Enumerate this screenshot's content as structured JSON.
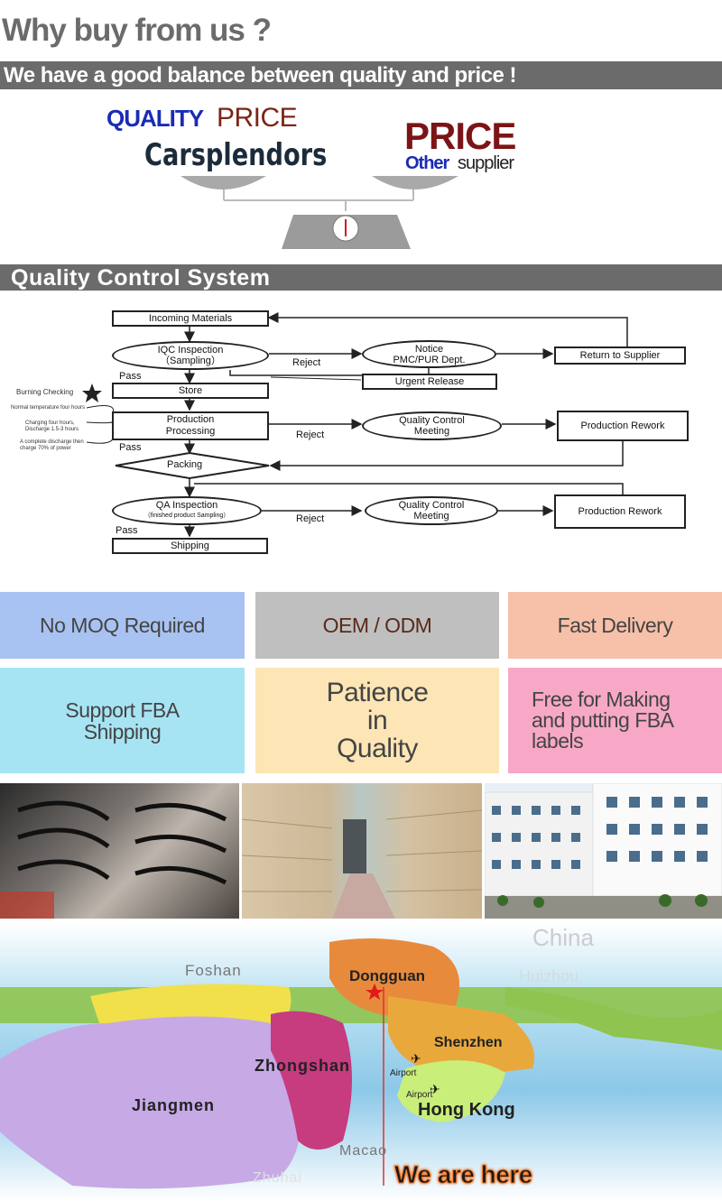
{
  "header": {
    "title": "Why buy from us ?",
    "subtitle": "We have a good balance between quality and price !"
  },
  "balance": {
    "left_quality": "QUALITY",
    "left_price": "PRICE",
    "left_brand": "Carsplendors",
    "right_price": "PRICE",
    "right_other": "Other",
    "right_supplier": "supplier"
  },
  "qc": {
    "heading": "Quality Control System",
    "incoming": "Incoming Materials",
    "iqc_line1": "IQC Inspection",
    "iqc_line2": "（Sampling）",
    "notice_line1": "Notice",
    "notice_line2": "PMC/PUR Dept.",
    "return": "Return to Supplier",
    "urgent": "Urgent Release",
    "store": "Store",
    "prod_line1": "Production",
    "prod_line2": "Processing",
    "qcm1_line1": "Quality Control",
    "qcm1_line2": "Meeting",
    "rework1": "Production Rework",
    "packing": "Packing",
    "qa_line1": "QA Inspection",
    "qa_line2": "（finished product Sampling）",
    "qcm2_line1": "Quality Control",
    "qcm2_line2": "Meeting",
    "rework2": "Production Rework",
    "shipping": "Shipping",
    "reject1": "Reject",
    "reject2": "Reject",
    "reject3": "Reject",
    "pass1": "Pass",
    "pass2": "Pass",
    "pass3": "Pass",
    "burning": "Burning Checking",
    "note1": "Normal temperature four hours",
    "note2": "Charging four hours, Discharge 1.5-3 hours",
    "note3": "A complete discharge then charge 70% of power"
  },
  "features": {
    "t1": "No MOQ Required",
    "t2": "OEM / ODM",
    "t3": "Fast Delivery",
    "t4_l1": "Support FBA",
    "t4_l2": "Shipping",
    "t5_l1": "Patience",
    "t5_l2": "in",
    "t5_l3": "Quality",
    "t6_l1": "Free for Making",
    "t6_l2": "and putting FBA",
    "t6_l3": "labels"
  },
  "map": {
    "china": "China",
    "huizhou": "Huizhou",
    "foshan": "Foshan",
    "dongguan": "Dongguan",
    "shenzhen": "Shenzhen",
    "zhongshan": "Zhongshan",
    "jiangmen": "Jiangmen",
    "hongkong": "Hong Kong",
    "airport1": "Airport",
    "airport2": "Airport",
    "macao": "Macao",
    "zhuhai": "Zhuhai",
    "we_are_here": "We are here"
  },
  "colors": {
    "bar_gray": "#6b6b6b",
    "tile_blue": "#a8c3f2",
    "tile_gray": "#bfbfbf",
    "tile_peach": "#f7c0a8",
    "tile_cyan": "#a6e4f3",
    "tile_cream": "#fde5b5",
    "tile_pink": "#f7a8c6"
  }
}
